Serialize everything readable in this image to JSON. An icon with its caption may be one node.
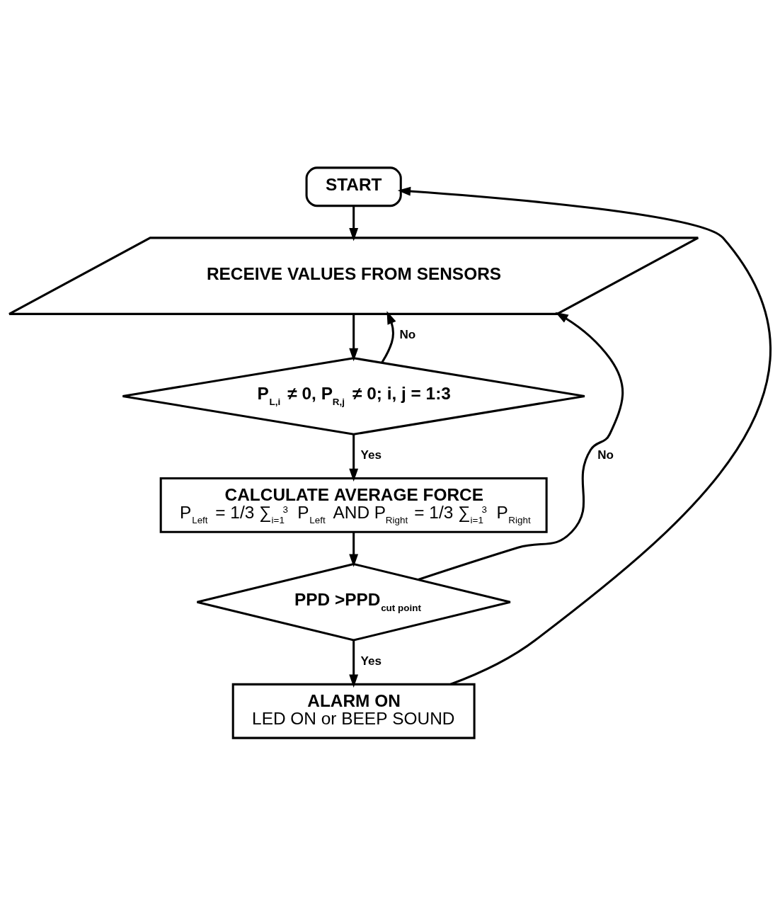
{
  "diagram": {
    "nodes": [
      {
        "text": [
          "START"
        ]
      },
      {
        "text": [
          "RECEIVE VALUES FROM SENSORS"
        ]
      },
      {
        "text": [
          "P$_{L,i}$ ≠ 0, P$_{R,j}$ ≠ 0; i, j = 1:3"
        ]
      },
      {
        "text": [
          "CALCULATE AVERAGE FORCE",
          "P$_{Left}$ = 1/3 ∑$_{i=1}$$^{3}$ P$_{Left}$ AND P$_{Right}$ = 1/3 ∑$_{i=1}$$^{3}$ P$_{Right}$"
        ]
      },
      {
        "text": [
          "PPD >PPD$_{cut point}$"
        ]
      },
      {
        "text": [
          "ALARM ON",
          "LED ON or BEEP SOUND"
        ]
      }
    ],
    "edges": [
      {
        "from": 0,
        "to": 1,
        "arrow": "to"
      },
      {
        "from": 1,
        "to": 2,
        "arrow": "to"
      },
      {
        "from": 2,
        "to": 3,
        "arrow": "to",
        "label": "Yes"
      },
      {
        "from": 2,
        "to": 1,
        "arrow": "to",
        "label": "No"
      },
      {
        "from": 3,
        "to": 4,
        "arrow": "to"
      },
      {
        "from": 4,
        "to": 1,
        "arrow": "to",
        "label": "No"
      },
      {
        "from": 4,
        "to": 5,
        "arrow": "to",
        "label": "Yes"
      },
      {
        "from": 5,
        "to": 0,
        "arrow": "to"
      }
    ]
  }
}
